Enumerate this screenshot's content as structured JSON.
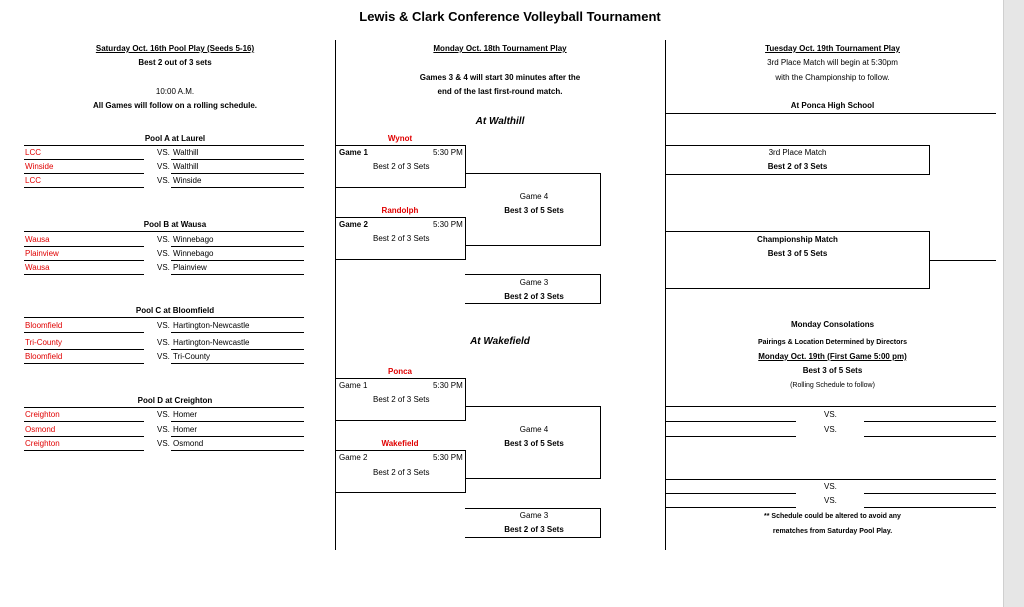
{
  "title": "Lewis & Clark Conference Volleyball Tournament",
  "left": {
    "header": "Saturday Oct. 16th Pool Play (Seeds 5-16)",
    "format": "Best 2 out of 3 sets",
    "time": "10:00 A.M.",
    "note": "All Games will follow on a rolling schedule.",
    "vs": "VS.",
    "pools": [
      {
        "title": "Pool A at Laurel",
        "matches": [
          {
            "home": "LCC",
            "away": "Walthill"
          },
          {
            "home": "Winside",
            "away": "Walthill"
          },
          {
            "home": "LCC",
            "away": "Winside"
          }
        ]
      },
      {
        "title": "Pool B at Wausa",
        "matches": [
          {
            "home": "Wausa",
            "away": "Winnebago"
          },
          {
            "home": "Plainview",
            "away": "Winnebago"
          },
          {
            "home": "Wausa",
            "away": "Plainview"
          }
        ]
      },
      {
        "title": "Pool C at Bloomfield",
        "matches": [
          {
            "home": "Bloomfield",
            "away": "Hartington-Newcastle"
          },
          {
            "home": "Tri-County",
            "away": "Hartington-Newcastle"
          },
          {
            "home": "Bloomfield",
            "away": "Tri-County"
          }
        ]
      },
      {
        "title": "Pool D at Creighton",
        "matches": [
          {
            "home": "Creighton",
            "away": "Homer"
          },
          {
            "home": "Osmond",
            "away": "Homer"
          },
          {
            "home": "Creighton",
            "away": "Osmond"
          }
        ]
      }
    ]
  },
  "middle": {
    "header": "Monday Oct. 18th Tournament Play",
    "note1": "Games 3 & 4 will start 30 minutes after the",
    "note2": "end of the last first-round match.",
    "sites": [
      {
        "name": "At Walthill",
        "g1_host": "Wynot",
        "g1_label": "Game 1",
        "g1_time": "5:30 PM",
        "g1_format": "Best 2 of 3 Sets",
        "g2_host": "Randolph",
        "g2_label": "Game 2",
        "g2_time": "5:30 PM",
        "g2_format": "Best 2 of 3 Sets",
        "g4_label": "Game 4",
        "g4_format": "Best 3 of 5 Sets",
        "g3_label": "Game 3",
        "g3_format": "Best 2 of 3 Sets"
      },
      {
        "name": "At Wakefield",
        "g1_host": "Ponca",
        "g1_label": "Game 1",
        "g1_time": "5:30 PM",
        "g1_format": "Best 2 of 3 Sets",
        "g2_host": "Wakefield",
        "g2_label": "Game 2",
        "g2_time": "5:30 PM",
        "g2_format": "Best 2 of 3 Sets",
        "g4_label": "Game 4",
        "g4_format": "Best 3 of 5 Sets",
        "g3_label": "Game 3",
        "g3_format": "Best 2 of 3 Sets"
      }
    ]
  },
  "right": {
    "header": "Tuesday Oct. 19th Tournament Play",
    "line1": "3rd Place Match will begin at 5:30pm",
    "line2": "with the Championship to follow.",
    "site": "At Ponca High School",
    "third_label": "3rd Place Match",
    "third_format": "Best 2 of 3 Sets",
    "champ_label": "Championship Match",
    "champ_format": "Best 3 of 5 Sets",
    "cons_title": "Monday Consolations",
    "cons_line1": "Pairings & Location Determined by Directors",
    "cons_date": "Monday Oct. 19th (First Game 5:00 pm)",
    "cons_format": "Best 3 of 5 Sets",
    "cons_note": "(Rolling Schedule to follow)",
    "vs": "VS.",
    "footnote1": "** Schedule could be altered to avoid any",
    "footnote2": "rematches from Saturday Pool Play."
  },
  "colors": {
    "team_home": "#e00000",
    "text": "#000000",
    "background": "#ffffff"
  }
}
